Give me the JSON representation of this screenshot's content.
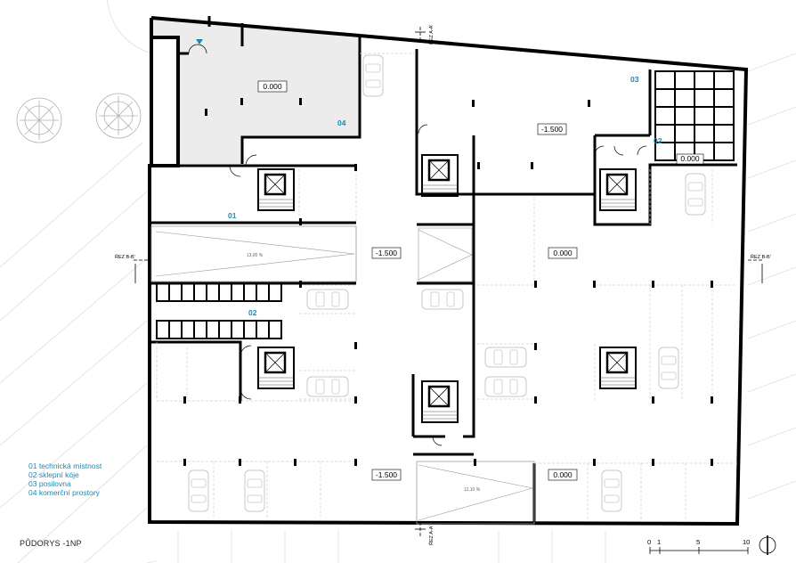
{
  "drawing": {
    "title": "PŮDORYS -1NP",
    "legend": [
      "01 technická místnost",
      "02 sklepní kóje",
      "03 posilovna",
      "04 komerční prostory"
    ],
    "room_numbers": {
      "r01": "01",
      "r02a": "02",
      "r02b": "02",
      "r03": "03",
      "r04": "04"
    },
    "levels": {
      "commercial": "0.000",
      "gym": "-1.500",
      "upper_right": "0.000",
      "center_right": "0.000",
      "center_ramp": "-1.500",
      "bottom_left": "-1.500",
      "bottom_right": "0.000"
    },
    "ramps": {
      "upper": "13,00 %",
      "lower": "12,10 %"
    },
    "sections": {
      "top": "ŘEZ A-A'",
      "bottom": "ŘEZ A-A'",
      "left": "ŘEZ B-B'",
      "right": "ŘEZ B-B'"
    },
    "scale_labels": [
      "0",
      "1",
      "5",
      "10"
    ],
    "colors": {
      "room_number": "#1a8ab5",
      "wall": "#000000",
      "commercial_fill": "#ececec"
    }
  }
}
